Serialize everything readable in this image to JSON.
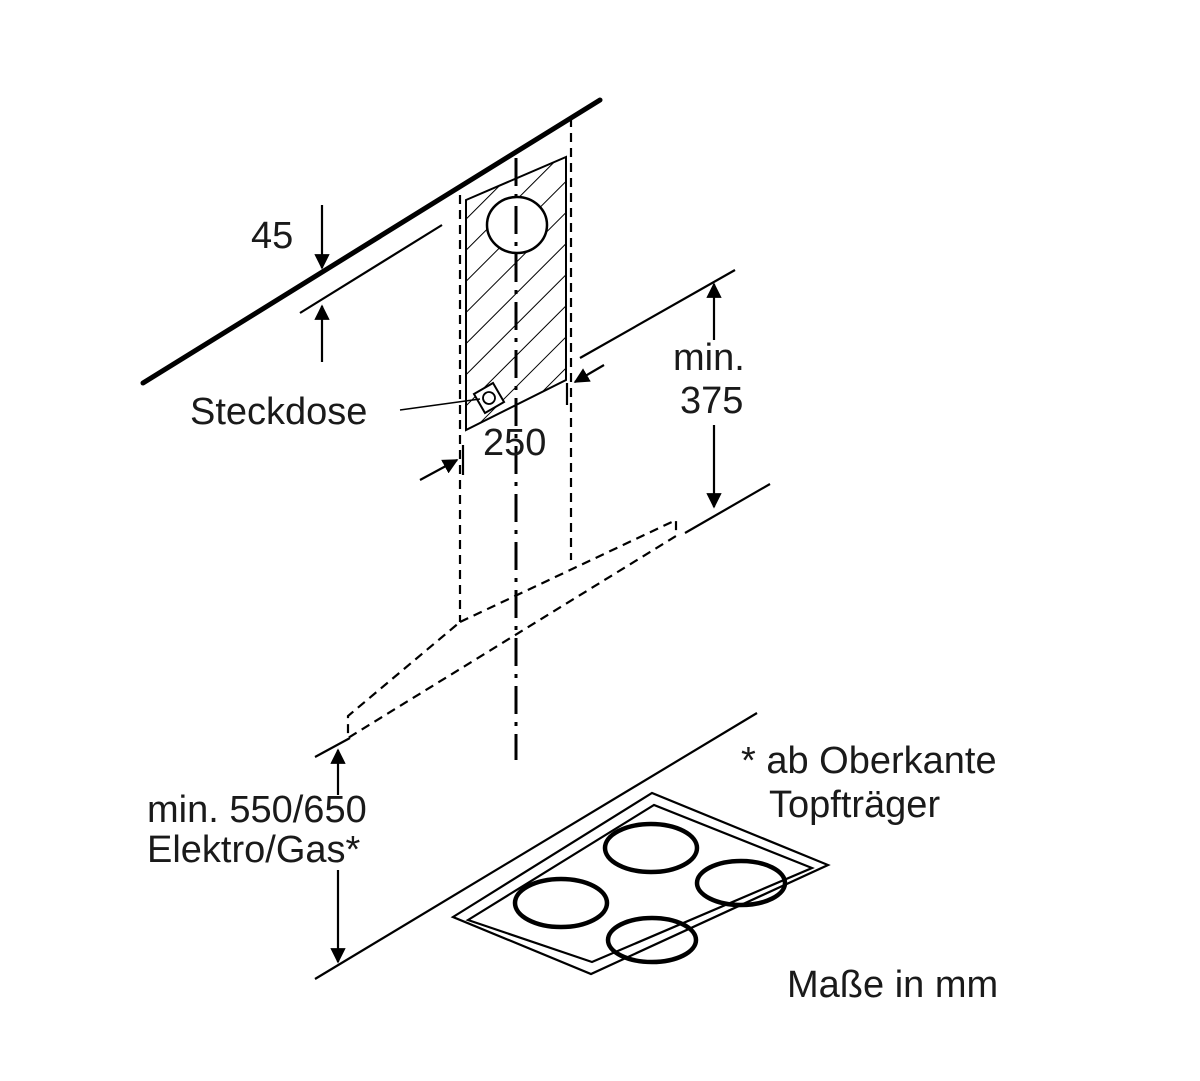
{
  "labels": {
    "dim_45": "45",
    "socket": "Steckdose",
    "dim_250": "250",
    "min_375_line1": "min.",
    "min_375_line2": "375",
    "min_550_line1": "min. 550/650",
    "min_550_line2": "Elektro/Gas*",
    "note_line1": "* ab Oberkante",
    "note_line2": "Topfträger",
    "units": "Maße in mm"
  }
}
